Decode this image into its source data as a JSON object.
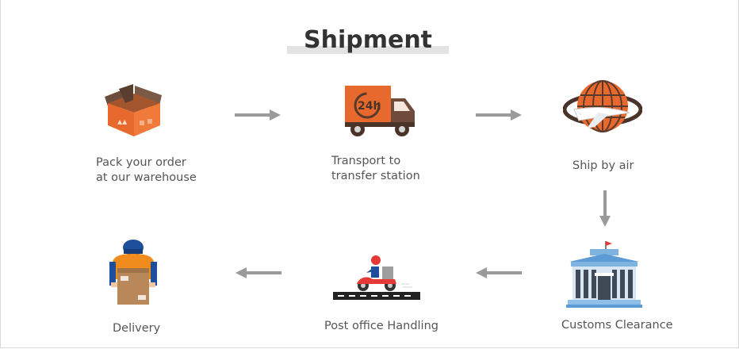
{
  "title": "Shipment",
  "steps": [
    {
      "label_line1": "Pack your order",
      "label_line2": "at our warehouse",
      "icon": "box-icon"
    },
    {
      "label_line1": "Transport to",
      "label_line2": "transfer station",
      "icon": "truck-24h-icon",
      "badge": "24h"
    },
    {
      "label_line1": "Ship by air",
      "icon": "globe-airplane-icon"
    },
    {
      "label_line1": "Customs Clearance",
      "icon": "customs-building-icon"
    },
    {
      "label_line1": "Post office Handling",
      "icon": "courier-scooter-icon"
    },
    {
      "label_line1": "Delivery",
      "icon": "delivery-person-icon"
    }
  ],
  "colors": {
    "accent": "#e8692e",
    "arrow": "#9a9a9a",
    "title": "#333333",
    "text": "#555555"
  }
}
